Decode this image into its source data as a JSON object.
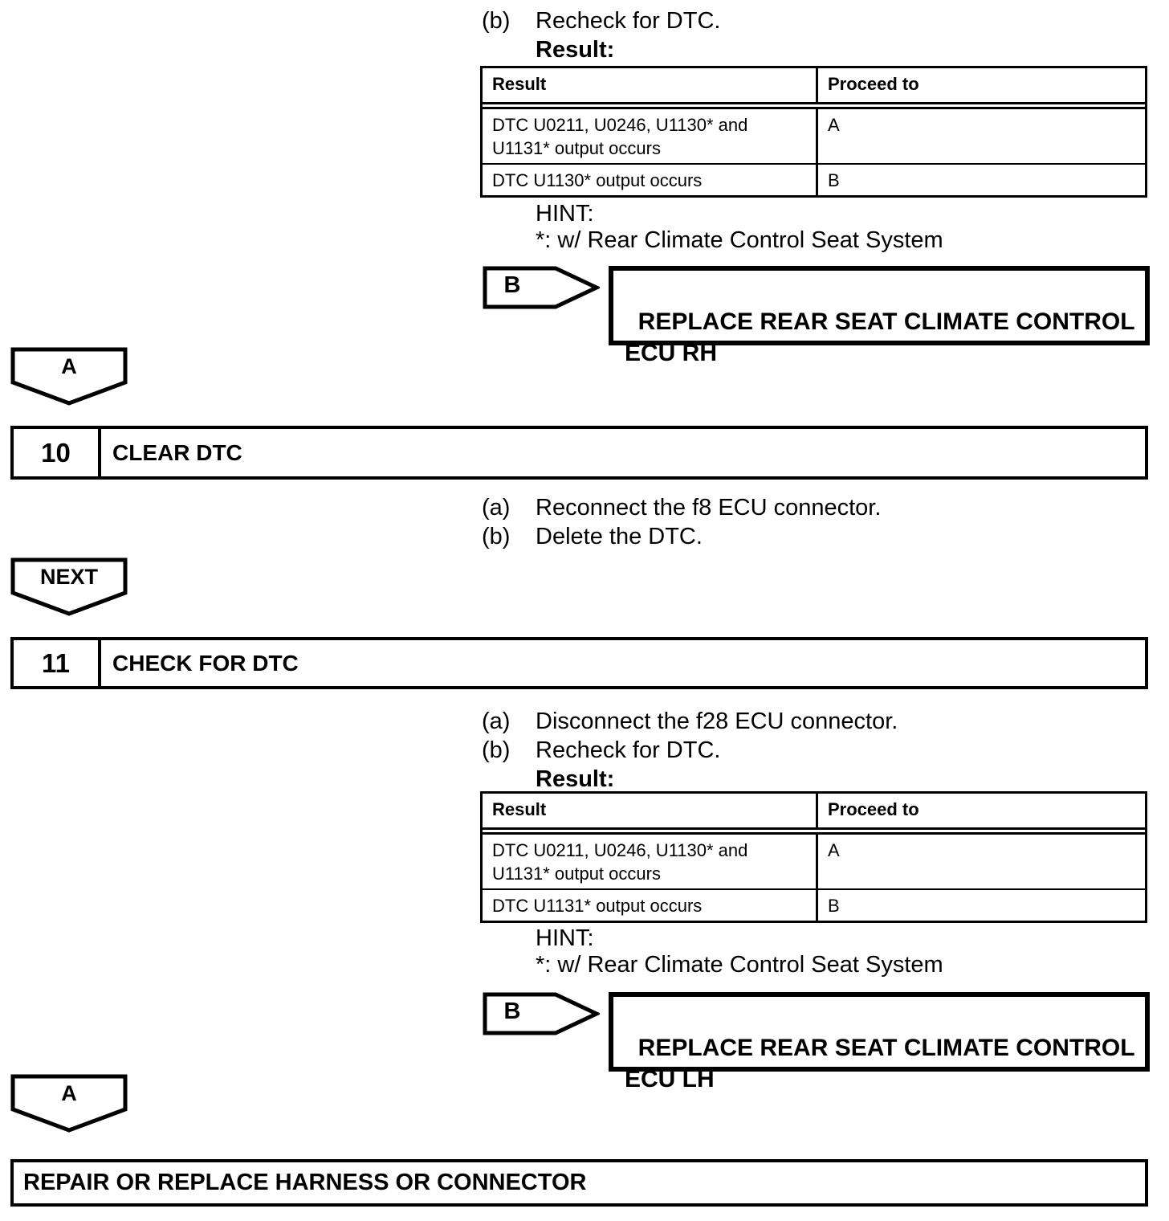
{
  "colors": {
    "ink": "#000000",
    "paper": "#ffffff"
  },
  "top_section": {
    "item_b": {
      "label": "(b)",
      "text": "Recheck for DTC."
    },
    "result_heading": "Result:",
    "table": {
      "headers": [
        "Result",
        "Proceed to"
      ],
      "rows": [
        {
          "result": "DTC U0211, U0246, U1130* and\nU1131* output occurs",
          "proceed": "A"
        },
        {
          "result": "DTC U1130* output occurs",
          "proceed": "B"
        }
      ]
    },
    "hint_label": "HINT:",
    "hint_text": "*: w/ Rear Climate Control Seat System",
    "connector": {
      "label": "B",
      "action": "REPLACE REAR SEAT CLIMATE CONTROL\nECU RH"
    }
  },
  "branch_a1": {
    "label": "A"
  },
  "step10": {
    "number": "10",
    "title": "CLEAR DTC",
    "items": [
      {
        "label": "(a)",
        "text": "Reconnect the f8 ECU connector."
      },
      {
        "label": "(b)",
        "text": "Delete the DTC."
      }
    ]
  },
  "next_marker": {
    "label": "NEXT"
  },
  "step11": {
    "number": "11",
    "title": "CHECK FOR DTC",
    "items": [
      {
        "label": "(a)",
        "text": "Disconnect the f28 ECU connector."
      },
      {
        "label": "(b)",
        "text": "Recheck for DTC."
      }
    ],
    "result_heading": "Result:",
    "table": {
      "headers": [
        "Result",
        "Proceed to"
      ],
      "rows": [
        {
          "result": "DTC U0211, U0246, U1130* and\nU1131* output occurs",
          "proceed": "A"
        },
        {
          "result": "DTC U1131* output occurs",
          "proceed": "B"
        }
      ]
    },
    "hint_label": "HINT:",
    "hint_text": "*: w/ Rear Climate Control Seat System",
    "connector": {
      "label": "B",
      "action": "REPLACE REAR SEAT CLIMATE CONTROL\nECU LH"
    }
  },
  "branch_a2": {
    "label": "A"
  },
  "final_action": {
    "text": "REPAIR OR REPLACE HARNESS OR CONNECTOR"
  }
}
